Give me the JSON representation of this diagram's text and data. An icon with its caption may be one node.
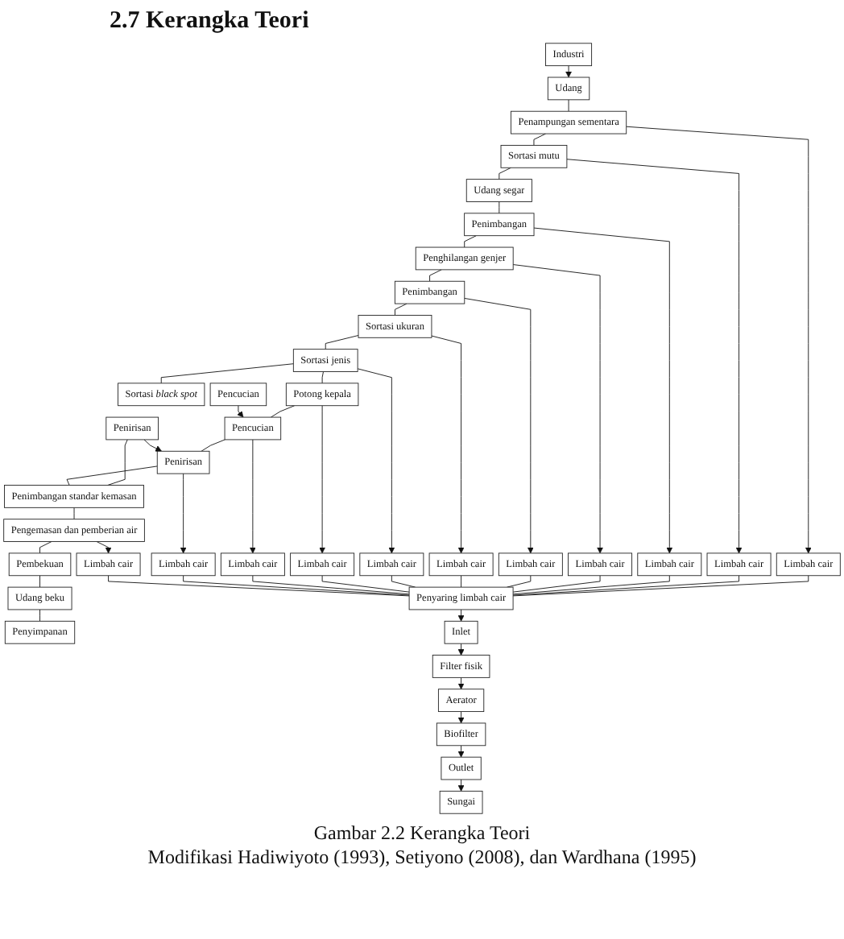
{
  "diagram": {
    "title": "2.7 Kerangka Teori",
    "caption": "Gambar 2.2 Kerangka Teori",
    "nodes": [
      {
        "text": [
          "Industri"
        ]
      },
      {
        "text": [
          "Udang"
        ]
      },
      {
        "text": [
          "Penampungan sementara"
        ]
      },
      {
        "text": [
          "Limbah cair"
        ]
      },
      {
        "text": [
          "Sortasi mutu"
        ]
      },
      {
        "text": [
          "Limbah cair"
        ]
      },
      {
        "text": [
          "Udang segar"
        ]
      },
      {
        "text": [
          "Penimbangan"
        ]
      },
      {
        "text": [
          "Limbah cair"
        ]
      },
      {
        "text": [
          "Penghilangan genjer"
        ]
      },
      {
        "text": [
          "Limbah cair"
        ]
      },
      {
        "text": [
          "Penimbangan"
        ]
      },
      {
        "text": [
          "Limbah cair"
        ]
      },
      {
        "text": [
          "Sortasi ukuran"
        ]
      },
      {
        "text": [
          "Limbah cair"
        ]
      },
      {
        "text": [
          "Sortasi jenis"
        ]
      },
      {
        "text": [
          "Limbah cair"
        ]
      },
      {
        "text": [
          "Sortasi *black spot*"
        ]
      },
      {
        "text": [
          "Potong kepala"
        ]
      },
      {
        "text": [
          "Limbah cair"
        ]
      },
      {
        "text": [
          "Pencucian"
        ]
      },
      {
        "text": [
          "Pencucian"
        ]
      },
      {
        "text": [
          "Limbah cair"
        ]
      },
      {
        "text": [
          "Penirisan"
        ]
      },
      {
        "text": [
          "Penirisan"
        ]
      },
      {
        "text": [
          "Limbah cair"
        ]
      },
      {
        "text": [
          "Penimbangan standar kemasan"
        ]
      },
      {
        "text": [
          "Pengemasan dan pemberian air"
        ]
      },
      {
        "text": [
          "Limbah cair"
        ]
      },
      {
        "text": [
          "Pembekuan"
        ]
      },
      {
        "text": [
          "Udang beku"
        ]
      },
      {
        "text": [
          "Penyimpanan"
        ]
      },
      {
        "text": [
          "Penyaring limbah cair"
        ]
      },
      {
        "text": [
          "Inlet"
        ]
      },
      {
        "text": [
          "Filter fisik"
        ]
      },
      {
        "text": [
          "Aerator"
        ]
      },
      {
        "text": [
          "Biofilter"
        ]
      },
      {
        "text": [
          "Outlet"
        ]
      },
      {
        "text": [
          "Sungai"
        ]
      }
    ],
    "edges": [
      {
        "from": 0,
        "to": 1,
        "arrow": "to"
      },
      {
        "from": 1,
        "to": 2,
        "arrow": "none"
      },
      {
        "from": 2,
        "to": 3,
        "arrow": "to"
      },
      {
        "from": 2,
        "to": 4,
        "arrow": "none"
      },
      {
        "from": 4,
        "to": 5,
        "arrow": "to"
      },
      {
        "from": 4,
        "to": 6,
        "arrow": "none"
      },
      {
        "from": 6,
        "to": 7,
        "arrow": "none"
      },
      {
        "from": 7,
        "to": 8,
        "arrow": "to"
      },
      {
        "from": 7,
        "to": 9,
        "arrow": "none"
      },
      {
        "from": 9,
        "to": 10,
        "arrow": "to"
      },
      {
        "from": 9,
        "to": 11,
        "arrow": "none"
      },
      {
        "from": 11,
        "to": 12,
        "arrow": "to"
      },
      {
        "from": 11,
        "to": 13,
        "arrow": "none"
      },
      {
        "from": 13,
        "to": 14,
        "arrow": "to"
      },
      {
        "from": 13,
        "to": 15,
        "arrow": "none"
      },
      {
        "from": 15,
        "to": 16,
        "arrow": "to"
      },
      {
        "from": 15,
        "to": 17,
        "arrow": "none"
      },
      {
        "from": 15,
        "to": 18,
        "arrow": "none"
      },
      {
        "from": 18,
        "to": 19,
        "arrow": "to"
      },
      {
        "from": 18,
        "to": 21,
        "arrow": "none"
      },
      {
        "from": 20,
        "to": 21,
        "arrow": "to"
      },
      {
        "from": 21,
        "to": 22,
        "arrow": "to"
      },
      {
        "from": 21,
        "to": 24,
        "arrow": "none"
      },
      {
        "from": 23,
        "to": 24,
        "arrow": "to"
      },
      {
        "from": 24,
        "to": 25,
        "arrow": "to"
      },
      {
        "from": 23,
        "to": 26,
        "arrow": "none"
      },
      {
        "from": 24,
        "to": 26,
        "arrow": "none"
      },
      {
        "from": 26,
        "to": 27,
        "arrow": "none"
      },
      {
        "from": 27,
        "to": 28,
        "arrow": "to"
      },
      {
        "from": 27,
        "to": 29,
        "arrow": "none"
      },
      {
        "from": 29,
        "to": 30,
        "arrow": "none"
      },
      {
        "from": 30,
        "to": 31,
        "arrow": "none"
      },
      {
        "from": 3,
        "to": 32,
        "arrow": "none"
      },
      {
        "from": 5,
        "to": 32,
        "arrow": "none"
      },
      {
        "from": 8,
        "to": 32,
        "arrow": "none"
      },
      {
        "from": 10,
        "to": 32,
        "arrow": "none"
      },
      {
        "from": 12,
        "to": 32,
        "arrow": "none"
      },
      {
        "from": 14,
        "to": 32,
        "arrow": "none"
      },
      {
        "from": 16,
        "to": 32,
        "arrow": "none"
      },
      {
        "from": 19,
        "to": 32,
        "arrow": "none"
      },
      {
        "from": 22,
        "to": 32,
        "arrow": "none"
      },
      {
        "from": 25,
        "to": 32,
        "arrow": "none"
      },
      {
        "from": 28,
        "to": 32,
        "arrow": "none"
      },
      {
        "from": 32,
        "to": 33,
        "arrow": "to"
      },
      {
        "from": 33,
        "to": 34,
        "arrow": "to"
      },
      {
        "from": 34,
        "to": 35,
        "arrow": "to"
      },
      {
        "from": 35,
        "to": 36,
        "arrow": "to"
      },
      {
        "from": 36,
        "to": 37,
        "arrow": "to"
      },
      {
        "from": 37,
        "to": 38,
        "arrow": "to"
      }
    ],
    "labels": [
      "Modifikasi Hadiwiyoto (1993), Setiyono (2008), dan Wardhana (1995)"
    ]
  }
}
